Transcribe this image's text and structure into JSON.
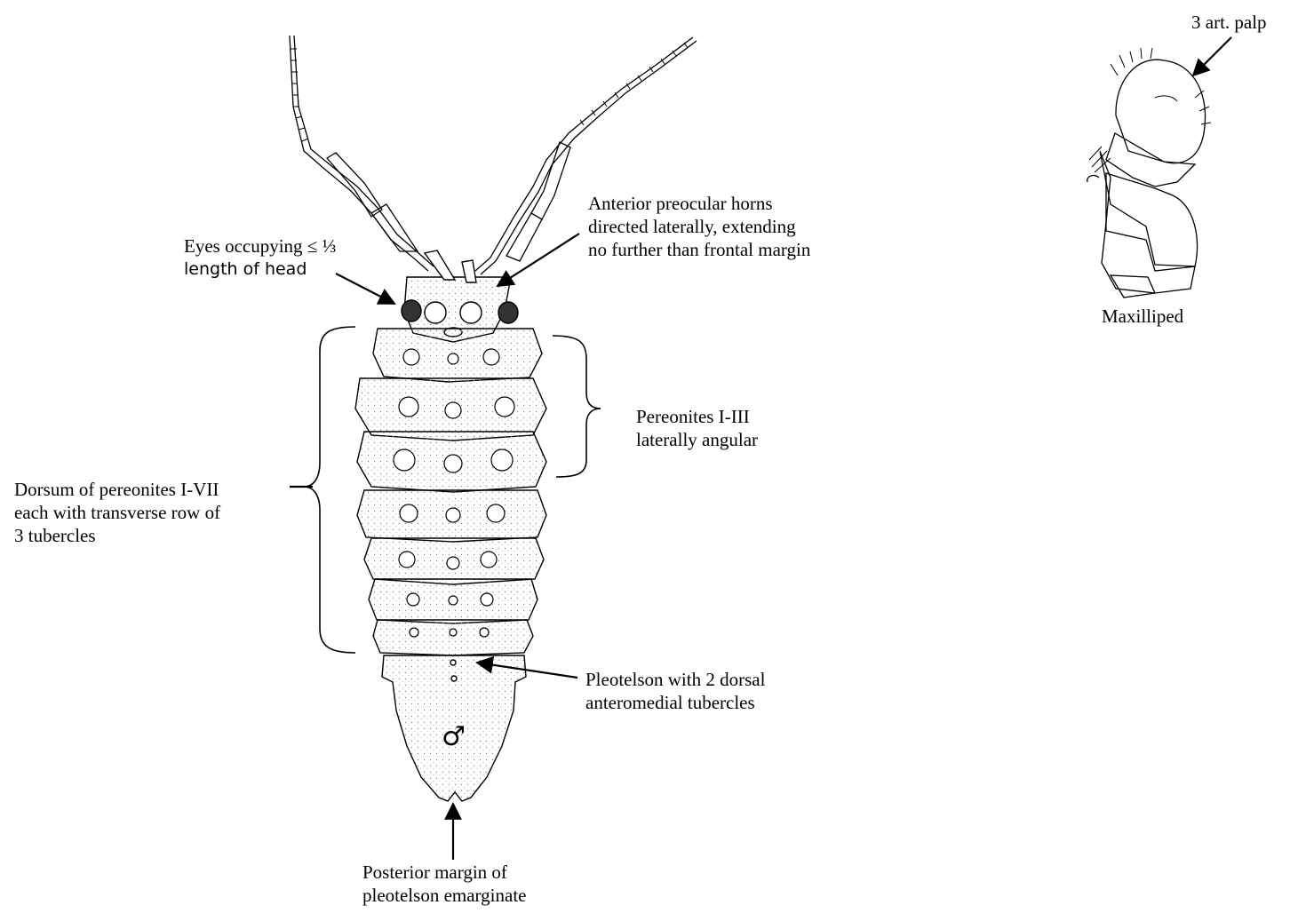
{
  "figure": {
    "subject": "isopod dorsal view with maxilliped",
    "sex_symbol": "♂"
  },
  "labels": {
    "eyes": [
      "Eyes occupying ≤ ⅓",
      "length of head"
    ],
    "horns": [
      "Anterior preocular horns",
      "directed laterally, extending",
      "no further than frontal margin"
    ],
    "pereonites_angular": [
      "Pereonites I-III",
      "laterally angular"
    ],
    "dorsum": [
      "Dorsum of pereonites I-VII",
      "each with transverse row of",
      "3  tubercles"
    ],
    "pleotelson_tubercles": [
      "Pleotelson with 2  dorsal",
      "anteromedial tubercles"
    ],
    "posterior_margin": [
      "Posterior margin of",
      "pleotelson emarginate"
    ],
    "palp": "3 art. palp",
    "maxilliped": "Maxilliped"
  },
  "colors": {
    "ink": "#000000",
    "stipple": "#9a9a9a",
    "paper": "#ffffff"
  }
}
